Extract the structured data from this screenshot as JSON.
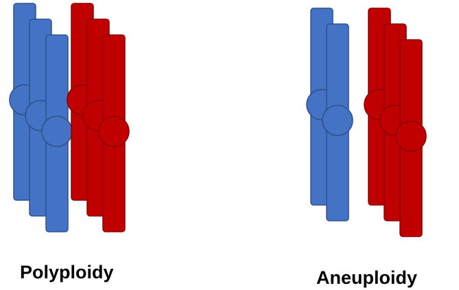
{
  "panels": [
    {
      "id": "polyploidy",
      "label": "Polyploidy",
      "blue_chromosomes": 3,
      "red_chromosomes": 3
    },
    {
      "id": "aneuploidy",
      "label": "Aneuploidy",
      "blue_chromosomes": 2,
      "red_chromosomes": 3
    }
  ],
  "colors": {
    "blue_fill": "#4472C4",
    "blue_stroke": "#2F528F",
    "red_fill": "#C00000",
    "red_stroke": "#8E0000",
    "background": "#FFFFFF",
    "text": "#000000"
  },
  "icons": {
    "chromosome": "chromosome-icon",
    "centromere": "centromere-icon"
  }
}
